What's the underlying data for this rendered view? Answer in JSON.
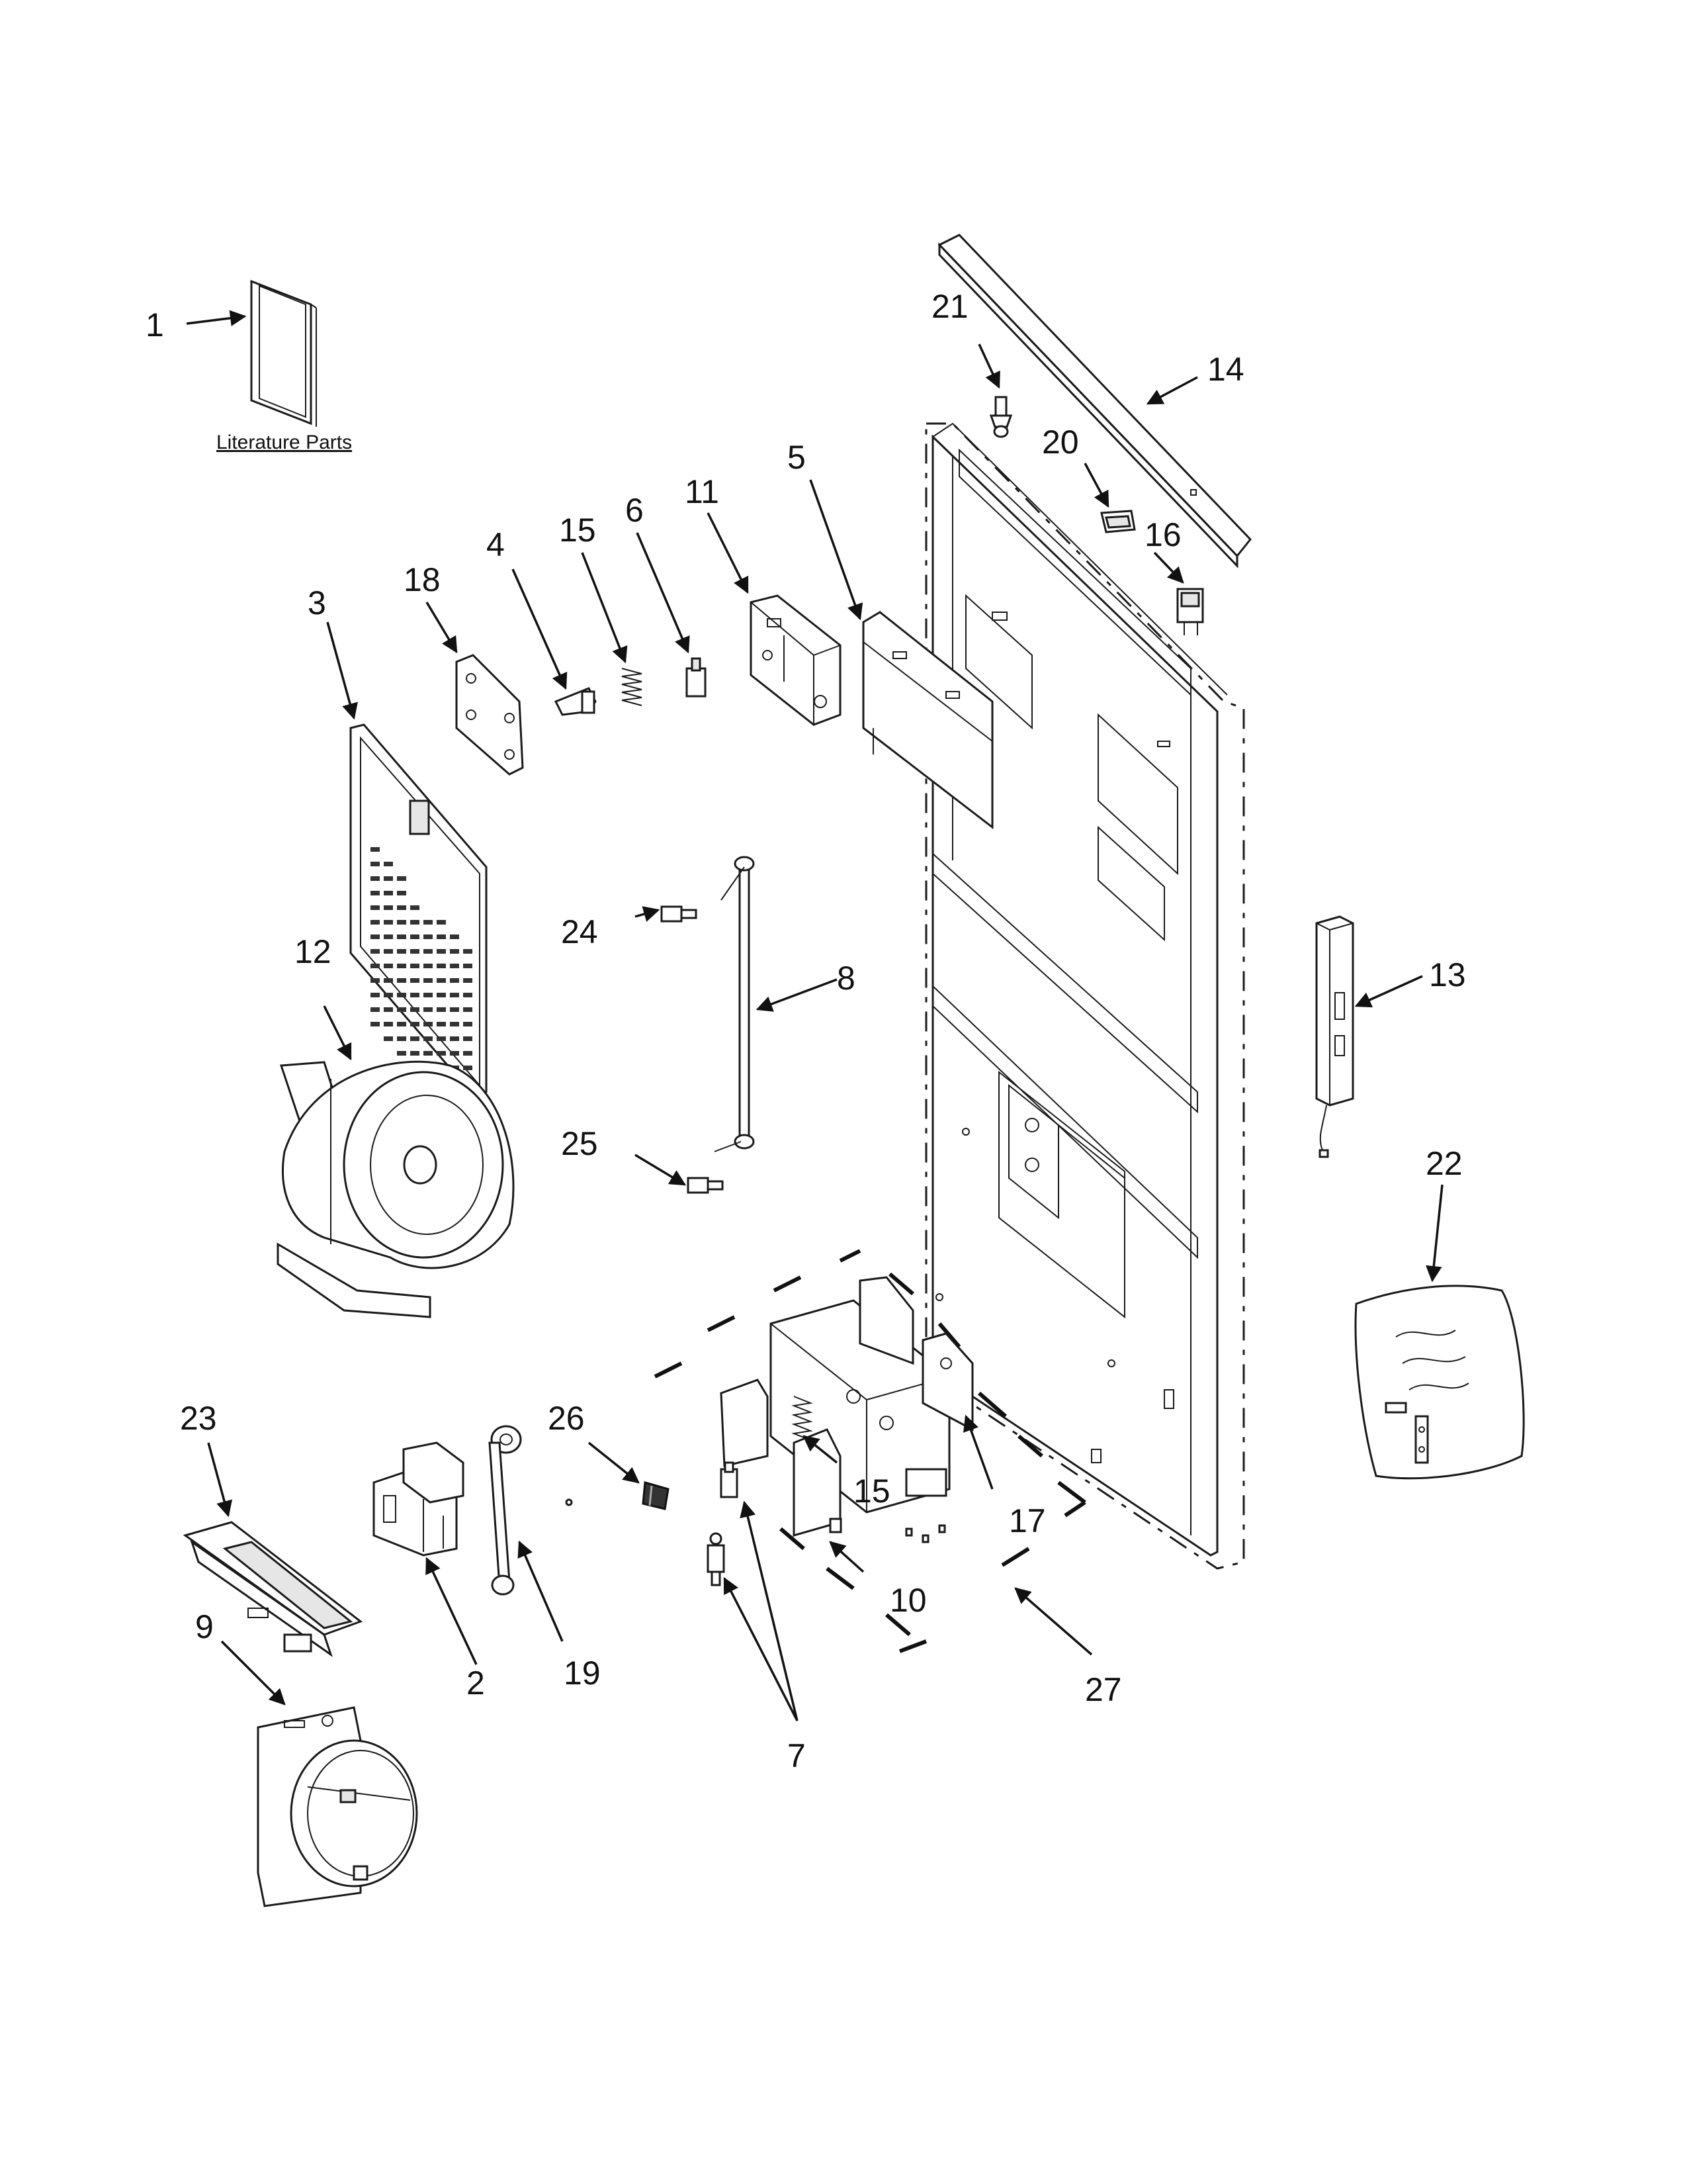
{
  "caption": "Literature Parts",
  "labels": {
    "p1": "1",
    "p2": "2",
    "p3": "3",
    "p4": "4",
    "p5": "5",
    "p6": "6",
    "p7": "7",
    "p8": "8",
    "p9": "9",
    "p10": "10",
    "p11": "11",
    "p12": "12",
    "p13": "13",
    "p14": "14",
    "p15a": "15",
    "p15b": "15",
    "p16": "16",
    "p17": "17",
    "p18": "18",
    "p19": "19",
    "p20": "20",
    "p21": "21",
    "p22": "22",
    "p23": "23",
    "p24": "24",
    "p25": "25",
    "p26": "26",
    "p27": "27"
  }
}
